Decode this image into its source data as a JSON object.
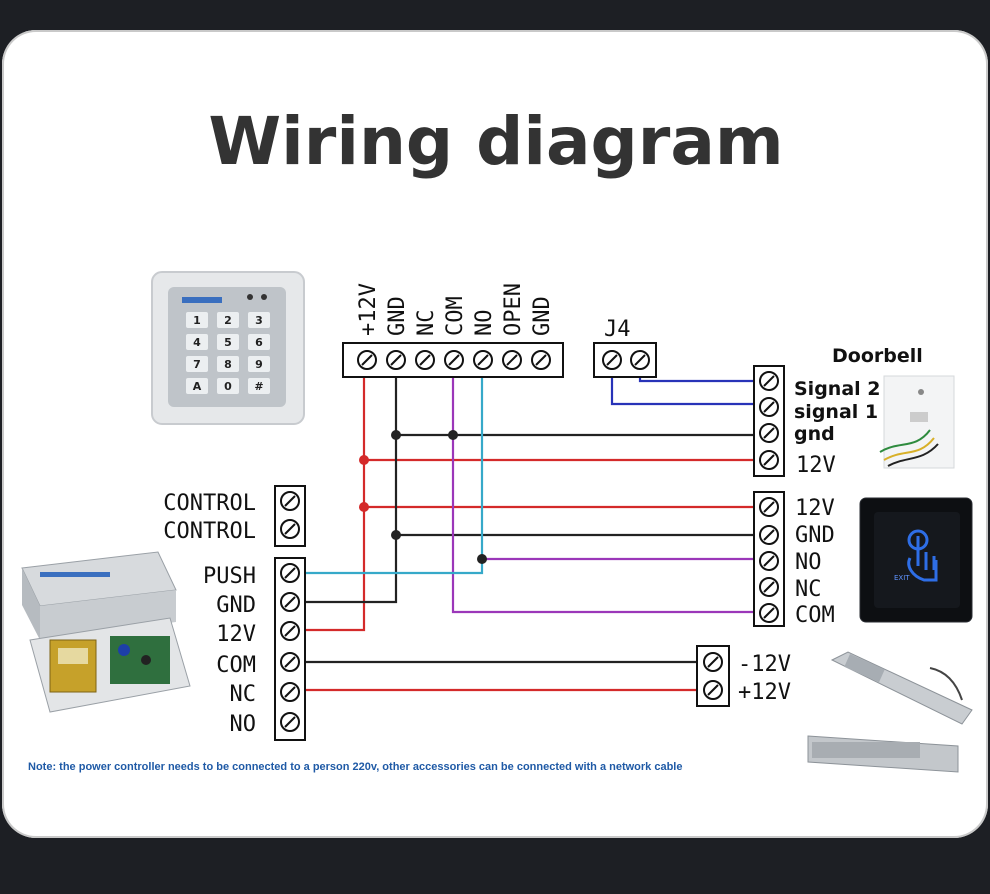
{
  "title": "Wiring diagram",
  "keypad": {
    "terminals": [
      "+12V",
      "GND",
      "NC",
      "COM",
      "NO",
      "OPEN",
      "GND"
    ],
    "j4_label": "J4",
    "keys": [
      "1",
      "2",
      "3",
      "4",
      "5",
      "6",
      "7",
      "8",
      "9",
      "A",
      "0",
      "#"
    ]
  },
  "power_supply": {
    "control_labels": [
      "CONTROL",
      "CONTROL"
    ],
    "terminals": [
      "PUSH",
      "GND",
      "12V",
      "COM",
      "NC",
      "NO"
    ]
  },
  "doorbell": {
    "title": "Doorbell",
    "terminals": [
      "Signal 2",
      "signal 1",
      "gnd",
      "12V"
    ]
  },
  "exit_button": {
    "terminals": [
      "12V",
      "GND",
      "NO",
      "NC",
      "COM"
    ],
    "label": "EXIT"
  },
  "lock": {
    "terminals": [
      "-12V",
      "+12V"
    ]
  },
  "note": "Note: the power controller needs to be connected to a person 220v, other accessories can be connected with a network cable",
  "colors": {
    "red": "#d42a2a",
    "black": "#222222",
    "purple": "#9b37b9",
    "blue": "#2833b8",
    "cyan": "#36a9c9"
  }
}
